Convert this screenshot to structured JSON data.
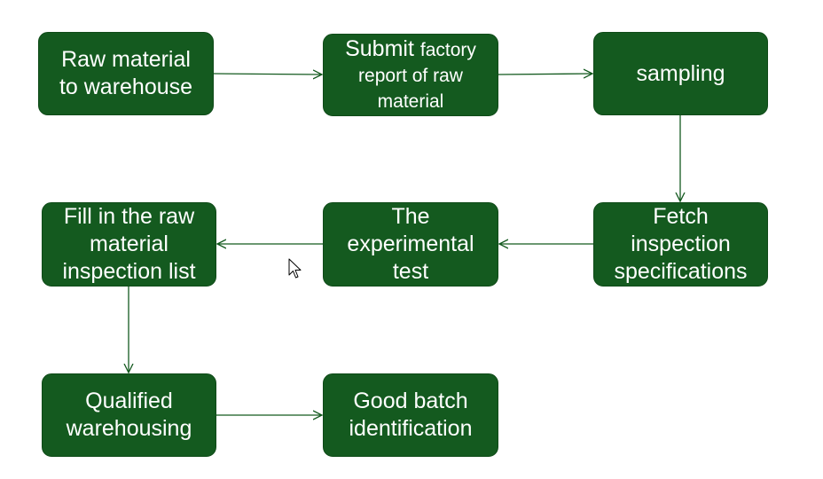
{
  "colors": {
    "node_fill": "#145a1f",
    "node_text": "#ffffff",
    "edge": "#145a1f"
  },
  "nodes": {
    "raw_to_warehouse": "Raw material to warehouse",
    "submit_report": {
      "line1_a": "Submit",
      "line1_b": "factory",
      "rest": "report of raw material"
    },
    "sampling": "sampling",
    "fetch_specs": "Fetch inspection specifications",
    "experimental_test": "The experimental test",
    "fill_list": "Fill in the raw material inspection list",
    "qualified": "Qualified warehousing",
    "good_batch": "Good batch identification"
  },
  "edges": [
    {
      "from": "raw_to_warehouse",
      "to": "submit_report"
    },
    {
      "from": "submit_report",
      "to": "sampling"
    },
    {
      "from": "sampling",
      "to": "fetch_specs"
    },
    {
      "from": "fetch_specs",
      "to": "experimental_test"
    },
    {
      "from": "experimental_test",
      "to": "fill_list"
    },
    {
      "from": "fill_list",
      "to": "qualified"
    },
    {
      "from": "qualified",
      "to": "good_batch"
    }
  ],
  "cursor_icon": "mouse-pointer-icon"
}
